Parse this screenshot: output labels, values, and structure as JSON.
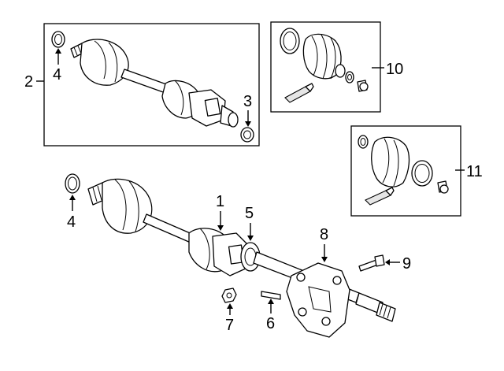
{
  "diagram": {
    "callouts": {
      "c1": "1",
      "c2": "2",
      "c3": "3",
      "c4_box": "4",
      "c4_main": "4",
      "c5": "5",
      "c6": "6",
      "c7": "7",
      "c8": "8",
      "c9": "9",
      "c10": "10",
      "c11": "11"
    }
  }
}
